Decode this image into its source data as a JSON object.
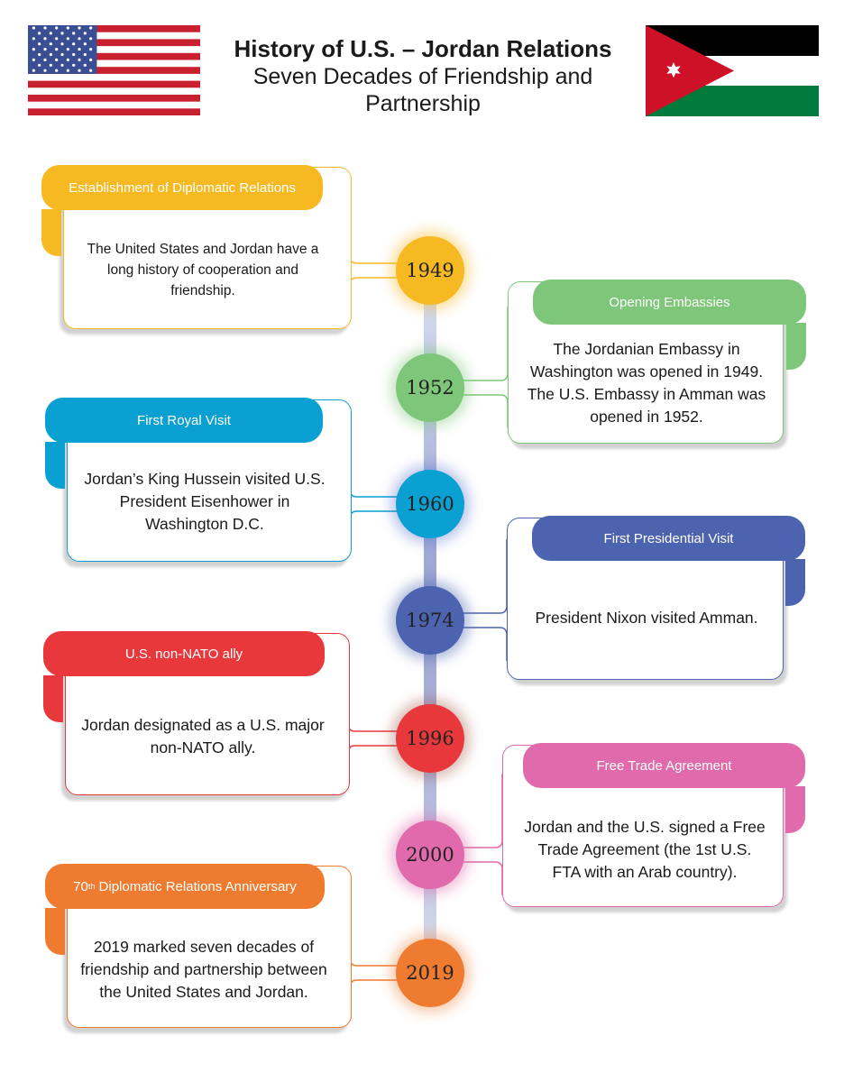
{
  "header": {
    "title": "History of U.S. – Jordan Relations",
    "subtitle": "Seven Decades of Friendship and Partnership"
  },
  "flags": {
    "us": {
      "stripe_red": "#c8202f",
      "canton": "#3a4f93"
    },
    "jordan": {
      "black": "#000000",
      "white": "#ffffff",
      "green": "#007a3d",
      "red": "#ce1126"
    }
  },
  "events": [
    {
      "year": "1949",
      "side": "left",
      "color": "#f6b921",
      "title": "Establishment of Diplomatic Relations",
      "description": "The United States and Jordan have a long history of cooperation and friendship."
    },
    {
      "year": "1952",
      "side": "right",
      "color": "#7ec77a",
      "title": "Opening Embassies",
      "description": "The Jordanian Embassy in Washington was opened in 1949. The U.S. Embassy in Amman was opened in 1952."
    },
    {
      "year": "1960",
      "side": "left",
      "color": "#0aa0d2",
      "title": "First Royal Visit",
      "description": "Jordan’s King Hussein visited U.S. President Eisenhower in Washington D.C."
    },
    {
      "year": "1974",
      "side": "right",
      "color": "#4c63b0",
      "title": "First Presidential Visit",
      "description": "President Nixon visited Amman."
    },
    {
      "year": "1996",
      "side": "left",
      "color": "#e8383b",
      "title": "U.S. non-NATO ally",
      "description": "Jordan designated as a U.S. major non-NATO ally."
    },
    {
      "year": "2000",
      "side": "right",
      "color": "#e06aab",
      "title": "Free Trade Agreement",
      "description": "Jordan and the U.S. signed a Free Trade Agreement (the 1st U.S. FTA with an Arab country)."
    },
    {
      "year": "2019",
      "side": "left",
      "color": "#ee7b2f",
      "title": "70th Diplomatic Relations Anniversary",
      "title_number": "70",
      "title_suffix": "th",
      "title_rest": " Diplomatic Relations Anniversary",
      "description": "2019 marked seven decades of friendship and partnership between the United States and Jordan."
    }
  ]
}
